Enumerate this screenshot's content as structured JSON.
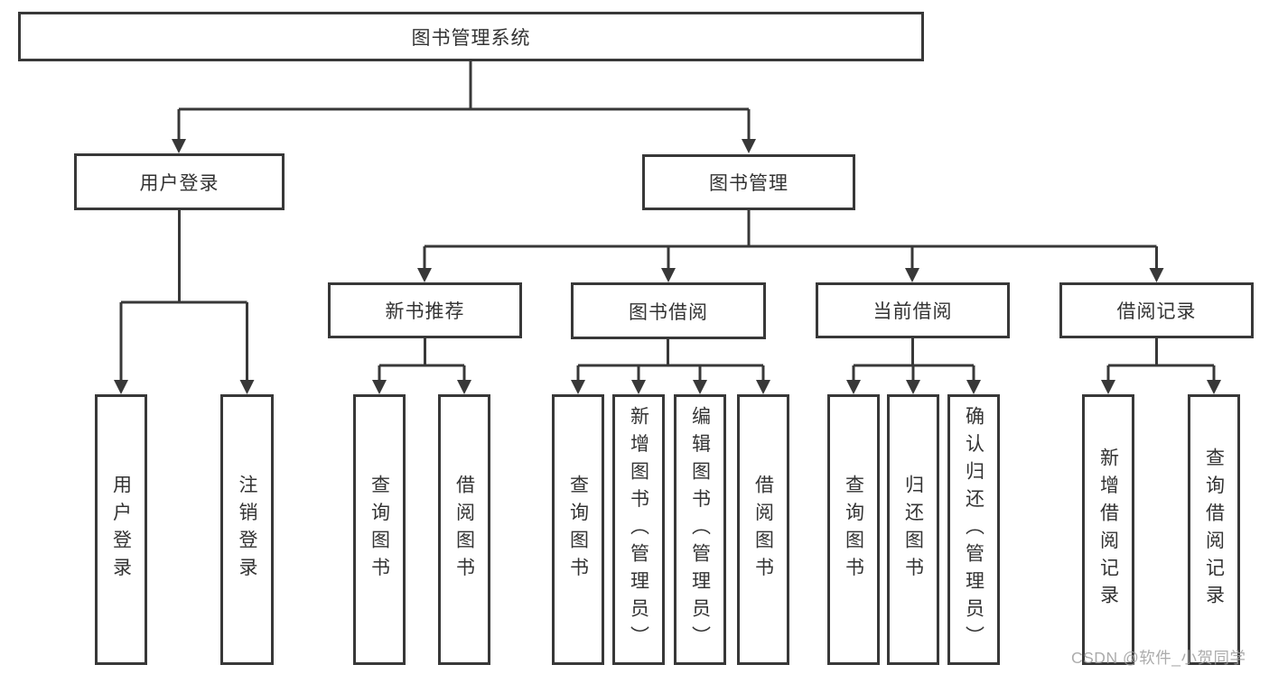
{
  "root": {
    "label": "图书管理系统"
  },
  "level2": {
    "user_login": {
      "label": "用户登录"
    },
    "book_mgmt": {
      "label": "图书管理"
    }
  },
  "level3": {
    "new_books": {
      "label": "新书推荐"
    },
    "book_borrow": {
      "label": "图书借阅"
    },
    "current_borrow": {
      "label": "当前借阅"
    },
    "borrow_records": {
      "label": "借阅记录"
    }
  },
  "leaves": {
    "user_login": [
      "用户登录",
      "注销登录"
    ],
    "new_books": [
      "查询图书",
      "借阅图书"
    ],
    "book_borrow": [
      "查询图书",
      "新增图书（管理员）",
      "编辑图书（管理员）",
      "借阅图书"
    ],
    "current_borrow": [
      "查询图书",
      "归还图书",
      "确认归还（管理员）"
    ],
    "borrow_records": [
      "新增借阅记录",
      "查询借阅记录"
    ]
  },
  "watermark": "CSDN @软件_小贺同学",
  "colors": {
    "line": "#383838",
    "text": "#333333",
    "background": "#ffffff",
    "watermark": "#9e9e9e"
  }
}
